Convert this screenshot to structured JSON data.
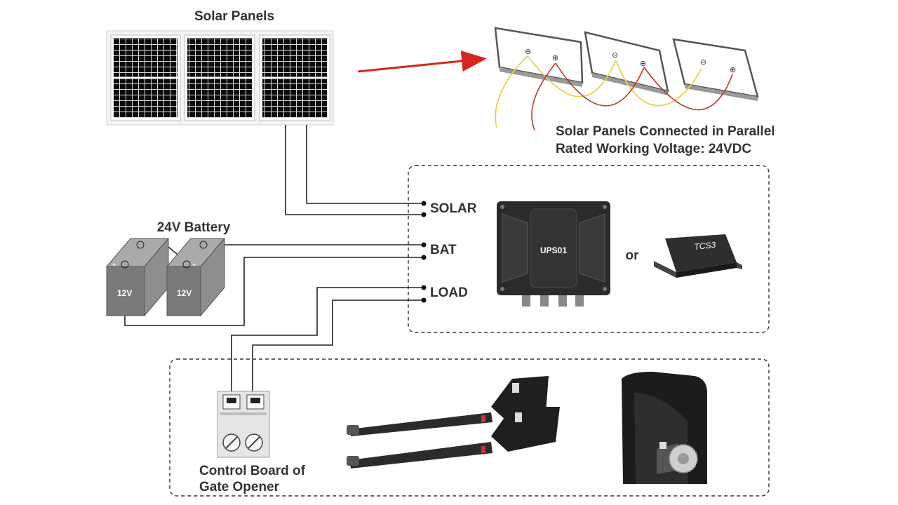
{
  "solar_panels": {
    "title": "Solar Panels"
  },
  "parallel_note": {
    "line1": "Solar Panels Connected in Parallel",
    "line2": "Rated Working Voltage: 24VDC"
  },
  "terminals": {
    "solar": "SOLAR",
    "bat": "BAT",
    "load": "LOAD"
  },
  "battery": {
    "title": "24V Battery",
    "cell_left": "12V",
    "cell_right": "12V"
  },
  "controller": {
    "ups": "UPS01",
    "or": "or",
    "tcs": "TCS3"
  },
  "gate_opener": {
    "line1": "Control Board of",
    "line2": "Gate Opener"
  },
  "colors": {
    "arrow": "#d7261e",
    "wire_red": "#c0392b",
    "wire_yellow": "#e8d24a",
    "device": "#2b2b2b"
  }
}
